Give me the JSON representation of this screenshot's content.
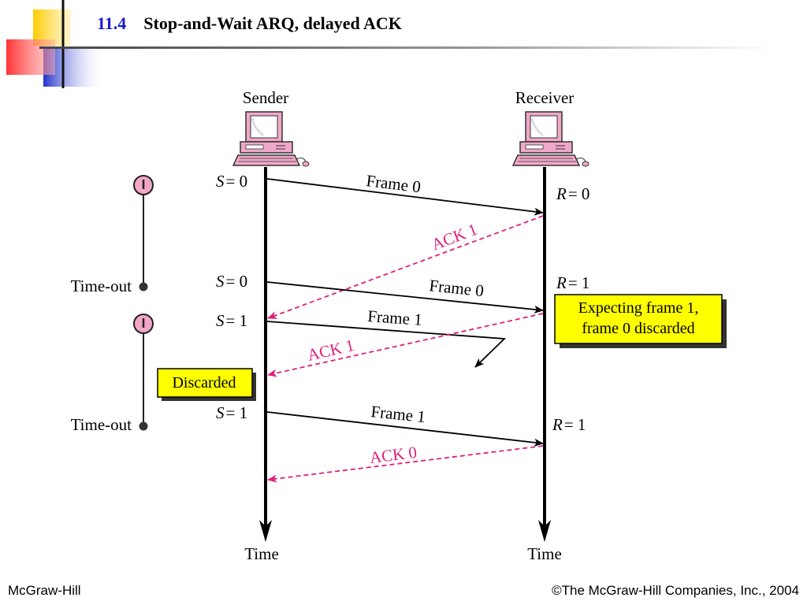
{
  "slide": {
    "number": "11.4",
    "title": "Stop-and-Wait ARQ, delayed ACK"
  },
  "footer": {
    "publisher": "McGraw-Hill",
    "copyright": "©The McGraw-Hill Companies, Inc., 2004"
  },
  "diagram": {
    "sender_label": "Sender",
    "receiver_label": "Receiver",
    "time_label_sender": "Time",
    "time_label_receiver": "Time",
    "sender_states": [
      {
        "var": "S",
        "value": "= 0"
      },
      {
        "var": "S",
        "value": "= 0"
      },
      {
        "var": "S",
        "value": "= 1"
      },
      {
        "var": "S",
        "value": "= 1"
      }
    ],
    "receiver_states": [
      {
        "var": "R",
        "value": "= 0"
      },
      {
        "var": "R",
        "value": "= 1"
      },
      {
        "var": "R",
        "value": "= 1"
      }
    ],
    "frames": [
      "Frame 0",
      "Frame 0",
      "Frame 1",
      "Frame 1"
    ],
    "acks": [
      "ACK 1",
      "ACK 1",
      "ACK 0"
    ],
    "timeouts": [
      "Time-out",
      "Time-out"
    ],
    "note_receiver": [
      "Expecting frame 1,",
      "frame 0 discarded"
    ],
    "note_sender": "Discarded",
    "colors": {
      "ack": "#e0207a",
      "note_bg": "#ffff00",
      "timer_fill": "#f4a6c8",
      "computer": "#f0a8c8",
      "title_number": "#1a1acc"
    }
  }
}
